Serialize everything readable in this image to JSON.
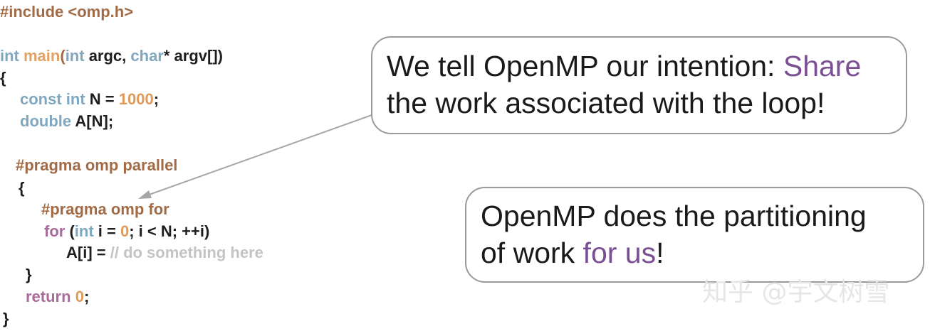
{
  "code": {
    "lines": [
      {
        "spans": [
          {
            "text": "#include <omp.h>",
            "cls": "kw-brown"
          }
        ]
      },
      {
        "spans": [
          {
            "text": "int ",
            "cls": "kw-blue"
          },
          {
            "text": "main",
            "cls": "fn-orange"
          },
          {
            "text": "(",
            "cls": "kw-brown"
          },
          {
            "text": "int ",
            "cls": "kw-blue"
          },
          {
            "text": "argc, ",
            "cls": ""
          },
          {
            "text": "char",
            "cls": "kw-blue"
          },
          {
            "text": "* argv[])",
            "cls": ""
          }
        ]
      },
      {
        "spans": [
          {
            "text": "{",
            "cls": ""
          }
        ]
      },
      {
        "spans": [
          {
            "text": "const int ",
            "cls": "kw-blue"
          },
          {
            "text": "N = ",
            "cls": ""
          },
          {
            "text": "1000",
            "cls": "num-orange"
          },
          {
            "text": ";",
            "cls": ""
          }
        ]
      },
      {
        "spans": [
          {
            "text": "double ",
            "cls": "kw-blue"
          },
          {
            "text": "A[N];",
            "cls": ""
          }
        ]
      },
      {
        "spans": [
          {
            "text": "#pragma omp parallel",
            "cls": "kw-brown"
          }
        ]
      },
      {
        "spans": [
          {
            "text": "{",
            "cls": ""
          }
        ]
      },
      {
        "spans": [
          {
            "text": "#pragma omp for",
            "cls": "kw-brown"
          }
        ]
      },
      {
        "spans": [
          {
            "text": "for ",
            "cls": "kw-purple"
          },
          {
            "text": "(",
            "cls": ""
          },
          {
            "text": "int ",
            "cls": "kw-blue"
          },
          {
            "text": "i = ",
            "cls": ""
          },
          {
            "text": "0",
            "cls": "num-orange"
          },
          {
            "text": "; i < N; ++i)",
            "cls": ""
          }
        ]
      },
      {
        "spans": [
          {
            "text": "A[i] = ",
            "cls": ""
          },
          {
            "text": "// do something here",
            "cls": "comment"
          }
        ]
      },
      {
        "spans": [
          {
            "text": "}",
            "cls": ""
          }
        ]
      },
      {
        "spans": [
          {
            "text": "return ",
            "cls": "kw-purple"
          },
          {
            "text": "0",
            "cls": "num-orange"
          },
          {
            "text": ";",
            "cls": ""
          }
        ]
      },
      {
        "spans": [
          {
            "text": "}",
            "cls": ""
          }
        ]
      }
    ]
  },
  "callouts": {
    "share": {
      "line1_prefix": "We tell OpenMP our intention: ",
      "line1_highlight": "Share",
      "line2": "the work associated with the loop!"
    },
    "partition": {
      "line1": "OpenMP does the partitioning",
      "line2_prefix": "of work ",
      "line2_highlight": "for us",
      "line2_suffix": "!"
    }
  },
  "watermark": "知乎 @宇文树雪"
}
